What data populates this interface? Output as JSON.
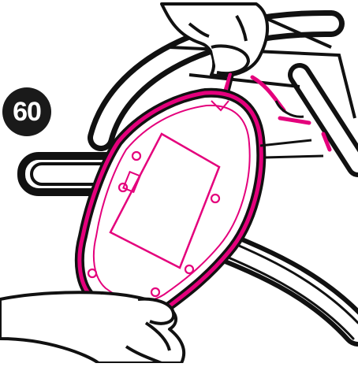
{
  "step": {
    "number": "60"
  },
  "colors": {
    "highlight": "#e4007c",
    "outline": "#111111",
    "background": "#ffffff",
    "badge": "#1a1a1a"
  },
  "icons": {
    "step_marker": "circled-step-number",
    "hands": "hand-illustration"
  }
}
